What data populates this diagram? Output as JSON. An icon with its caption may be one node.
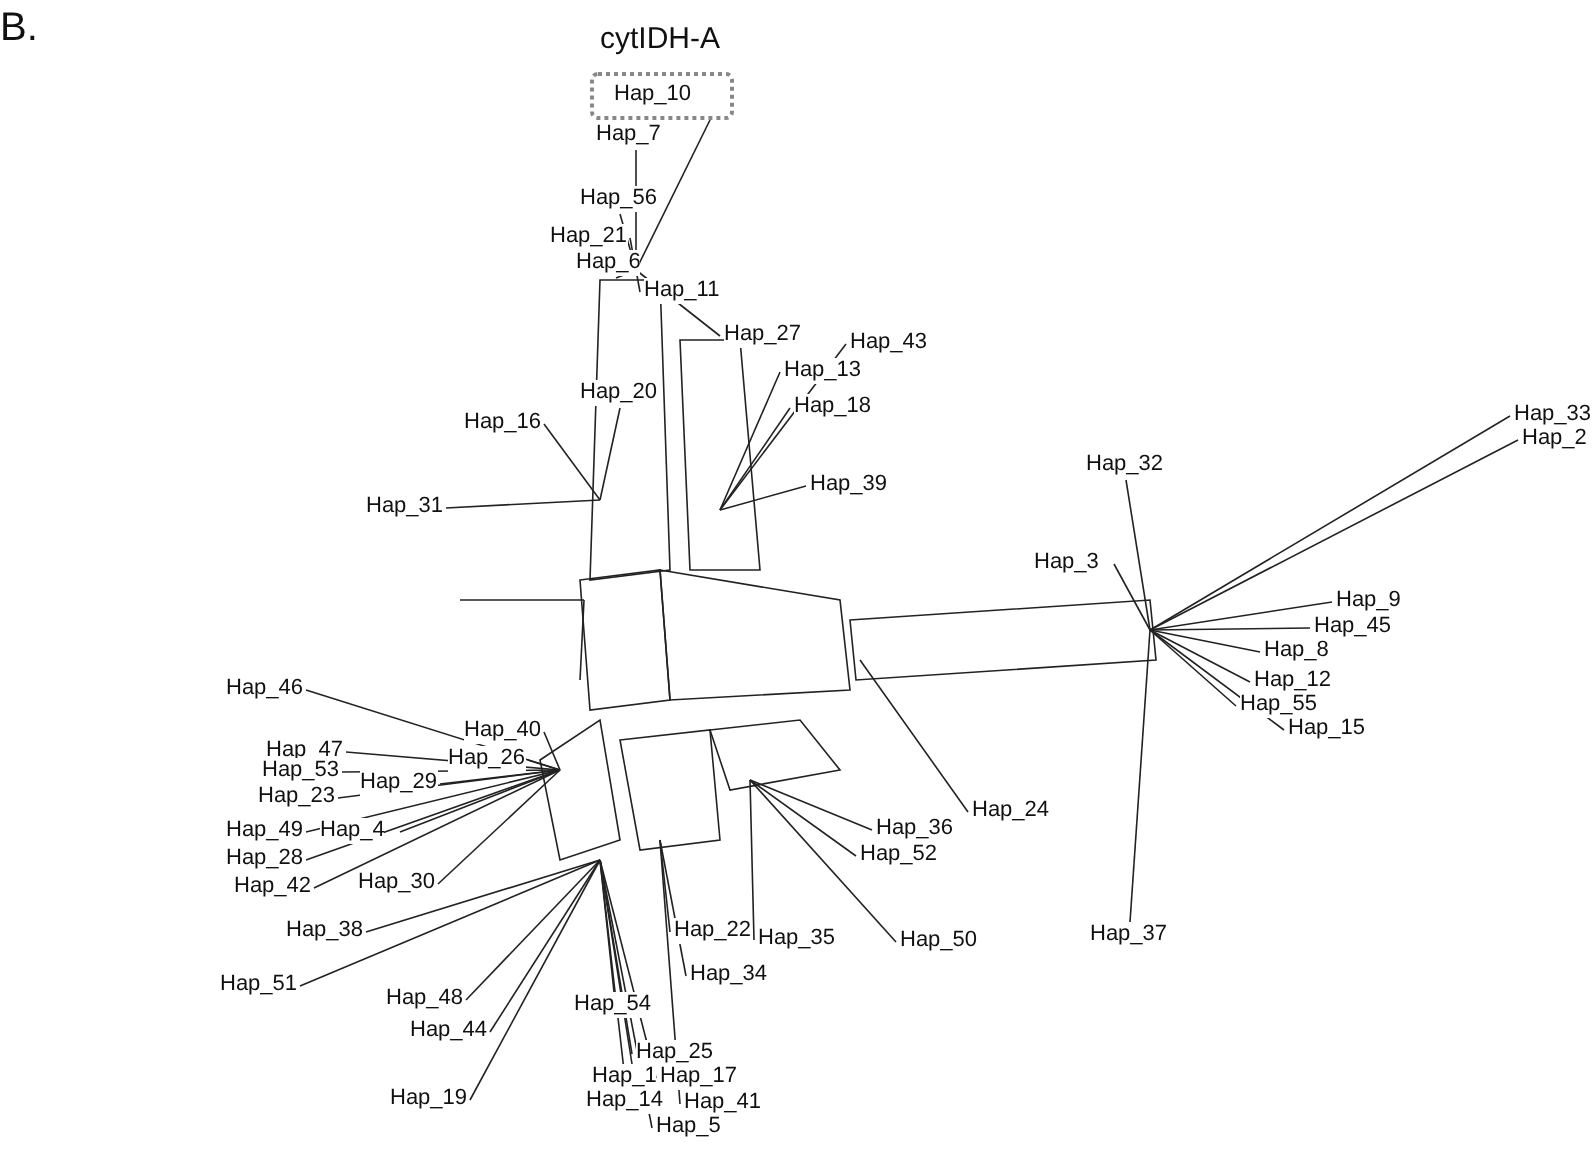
{
  "diagram": {
    "title": "cytIDH-A",
    "nodes": [
      {
        "text": [
          "Hap_10"
        ]
      }
    ],
    "labels": [
      "B.",
      "Hap_7",
      "Hap_56",
      "Hap_21",
      "Hap_6",
      "Hap_11",
      "Hap_27",
      "Hap_43",
      "Hap_13",
      "Hap_20",
      "Hap_18",
      "Hap_16",
      "Hap_33",
      "Hap_2",
      "Hap_32",
      "Hap_39",
      "Hap_31",
      "Hap_3",
      "Hap_9",
      "Hap_45",
      "Hap_8",
      "Hap_12",
      "Hap_55",
      "Hap_15",
      "Hap_46",
      "Hap_40",
      "Hap_47",
      "Hap_26",
      "Hap_53",
      "Hap_29",
      "Hap_23",
      "Hap_24",
      "Hap_49",
      "Hap_4",
      "Hap_36",
      "Hap_28",
      "Hap_52",
      "Hap_42",
      "Hap_30",
      "Hap_38",
      "Hap_22",
      "Hap_35",
      "Hap_50",
      "Hap_37",
      "Hap_51",
      "Hap_34",
      "Hap_48",
      "Hap_54",
      "Hap_44",
      "Hap_25",
      "Hap_1",
      "Hap_17",
      "Hap_19",
      "Hap_14",
      "Hap_41",
      "Hap_5"
    ]
  }
}
